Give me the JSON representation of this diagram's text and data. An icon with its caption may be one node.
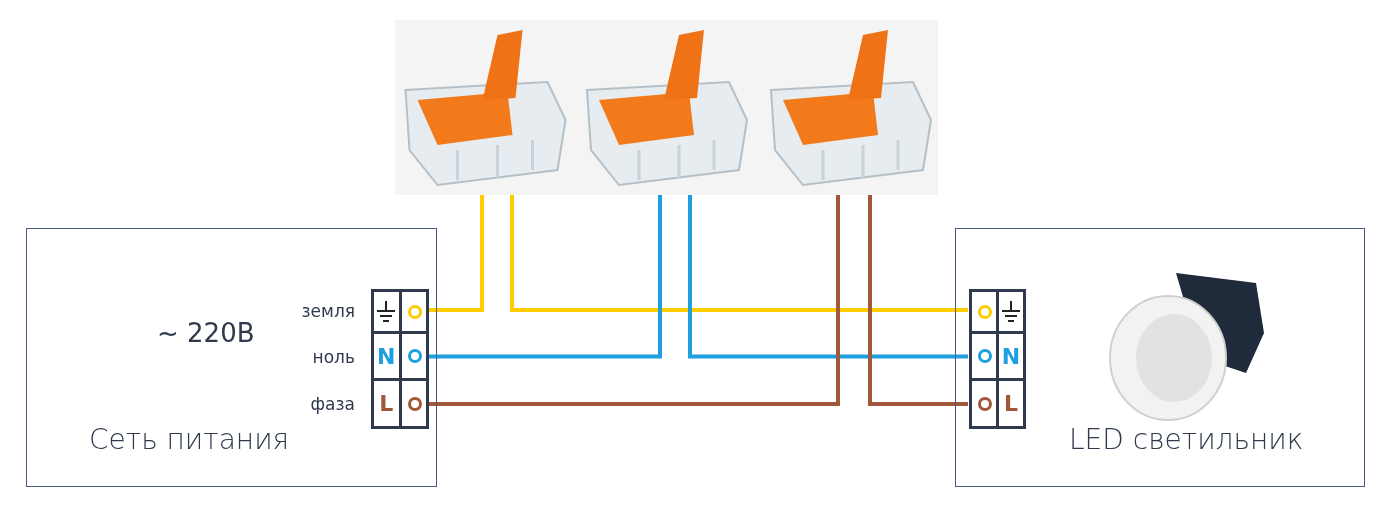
{
  "diagram": {
    "nodes": [
      {
        "text": [
          "~ 220В",
          "Сеть питания"
        ]
      },
      {
        "text": [],
        "shape": "box",
        "in": 0,
        "beside": [
          "земля"
        ]
      },
      {
        "text": [
          "N"
        ],
        "in": 0,
        "beside": [
          "ноль"
        ]
      },
      {
        "text": [
          "L"
        ],
        "in": 0,
        "beside": [
          "фаза"
        ]
      },
      {
        "text": [],
        "shape": "picture"
      },
      {
        "text": [],
        "shape": "picture"
      },
      {
        "text": [],
        "shape": "picture"
      },
      {
        "text": [
          "LED светильник"
        ]
      },
      {
        "text": [],
        "shape": "box",
        "in": 7
      },
      {
        "text": [
          "N"
        ],
        "in": 7
      },
      {
        "text": [
          "L"
        ],
        "in": 7
      },
      {
        "text": [],
        "shape": "picture",
        "in": 7
      }
    ],
    "edges": [
      {
        "from": 1,
        "to": 4,
        "arrow": "none",
        "color": "#ffcc00"
      },
      {
        "from": 4,
        "to": 8,
        "arrow": "none",
        "color": "#ffcc00"
      },
      {
        "from": 2,
        "to": 5,
        "arrow": "none",
        "color": "#1ea0e0"
      },
      {
        "from": 5,
        "to": 9,
        "arrow": "none",
        "color": "#1ea0e0"
      },
      {
        "from": 3,
        "to": 6,
        "arrow": "none",
        "color": "#a0573a"
      },
      {
        "from": 6,
        "to": 10,
        "arrow": "none",
        "color": "#a0573a"
      }
    ]
  }
}
